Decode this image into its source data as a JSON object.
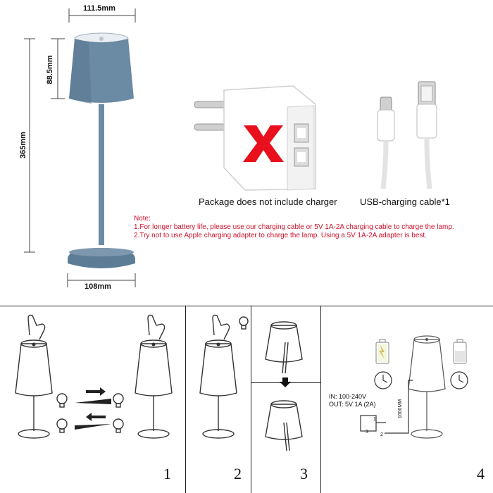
{
  "dimensions": {
    "shade_width": "111.5mm",
    "shade_height": "88.5mm",
    "total_height": "365mm",
    "base_width": "108mm"
  },
  "charger_caption": "Package does not include charger",
  "cable_caption": "USB-charging cable*1",
  "note": {
    "title": "Note:",
    "line1": "1.For longer battery life, please use our charging cable or 5V 1A-2A charging cable to charge the lamp.",
    "line2": "2.Try not to use Apple charging adapter to charge the lamp. Using a 5V 1A-2A adapter is best."
  },
  "steps": {
    "step1": "1",
    "step2": "2",
    "step3": "3",
    "step4": "4"
  },
  "charging_spec": {
    "input": "IN:  100-240V",
    "output": "OUT:  5V 1A  (2A)",
    "cable_length": "1000MM",
    "label_a": "1",
    "label_b": "2",
    "label_c": "3"
  },
  "colors": {
    "lamp_blue": "#6b8aa3",
    "lamp_blue_dark": "#4f6c84",
    "red_x": "#e8101c",
    "note_red": "#d0102a"
  }
}
